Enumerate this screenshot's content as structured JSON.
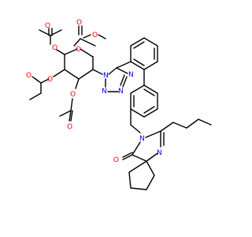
{
  "colors": {
    "oxygen": "#ff0000",
    "nitrogen": "#0000ff",
    "carbon": "#000000",
    "background": "#ffffff"
  },
  "atoms": {
    "O_ester_dbl": "O",
    "O_ester_single": "O",
    "O_ring": "O",
    "O_ac1_dbl": "O",
    "O_ac1_link": "O",
    "O_ac2_dbl": "O",
    "O_ac2_link": "O",
    "O_ac3_link": "O",
    "O_ac3_dbl": "O",
    "O_amide": "O",
    "N_tz1": "N",
    "N_tz2": "N",
    "N_tz3": "N",
    "N_tz4": "N",
    "N_spiro_amide": "N",
    "N_spiro_imine": "N"
  }
}
